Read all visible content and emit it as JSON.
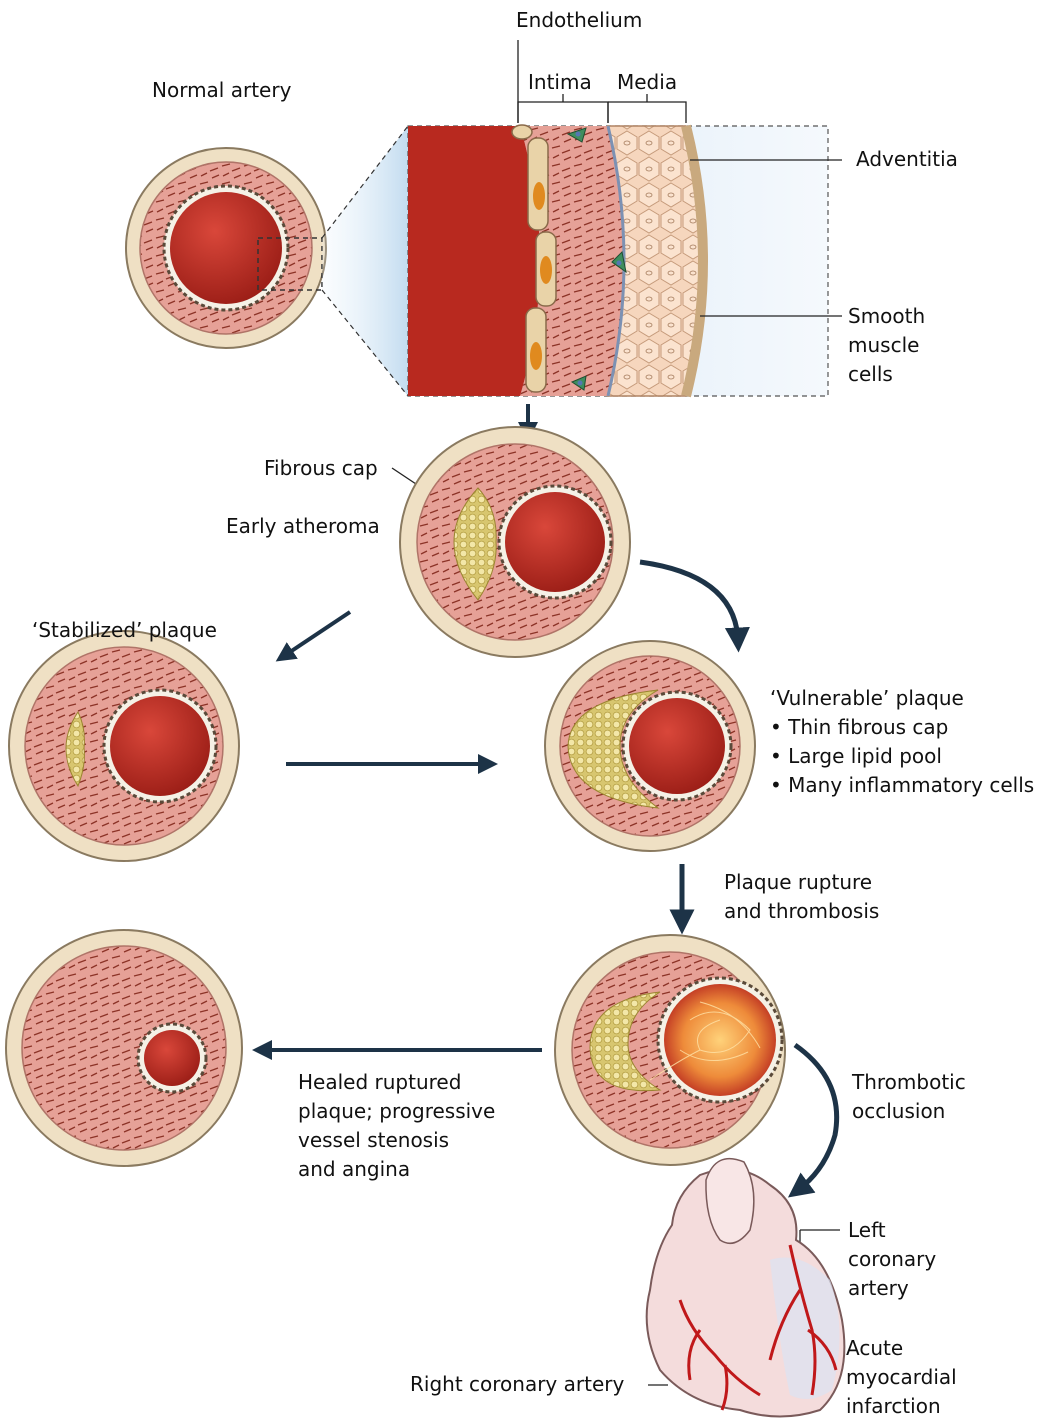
{
  "labels": {
    "endothelium": "Endothelium",
    "intima": "Intima",
    "media": "Media",
    "normal_artery": "Normal artery",
    "adventitia": "Adventitia",
    "smooth_muscle": [
      "Smooth",
      "muscle",
      "cells"
    ],
    "fibrous_cap": "Fibrous cap",
    "early_atheroma": "Early atheroma",
    "stabilized_plaque": "‘Stabilized’ plaque",
    "vulnerable_plaque": {
      "title": "‘Vulnerable’ plaque",
      "bullets": [
        "Thin fibrous cap",
        "Large lipid pool",
        "Many inflammatory cells"
      ]
    },
    "plaque_rupture": [
      "Plaque rupture",
      "and thrombosis"
    ],
    "healed": [
      "Healed ruptured",
      "plaque; progressive",
      "vessel stenosis",
      "and angina"
    ],
    "thrombotic": [
      "Thrombotic",
      "occlusion"
    ],
    "left_coronary": [
      "Left",
      "coronary",
      "artery"
    ],
    "acute_mi": [
      "Acute",
      "myocardial",
      "infarction"
    ],
    "right_coronary": "Right coronary artery"
  },
  "colors": {
    "lumen": "#b8291f",
    "intima_tissue": "#e8a49a",
    "adventitia": "#efe0c4",
    "lipid": "#e8d58a",
    "arrow": "#1d3347",
    "heart": "#f4dcdc"
  }
}
